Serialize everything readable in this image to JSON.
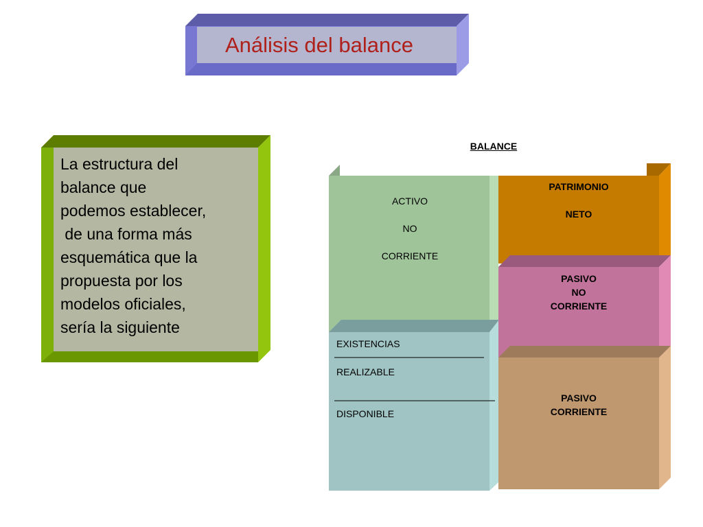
{
  "title": "Análisis del balance",
  "intro": "La estructura del\nbalance que\npodemos establecer,\n de una forma más\nesquemática que la\npropuesta por los\nmodelos oficiales,\nsería la siguiente",
  "diagram": {
    "label": "BALANCE",
    "activo_no_corriente": [
      "ACTIVO",
      "NO",
      "CORRIENTE"
    ],
    "activo_corriente": [
      "EXISTENCIAS",
      "REALIZABLE",
      "DISPONIBLE"
    ],
    "patrimonio_neto": [
      "PATRIMONIO",
      "NETO"
    ],
    "pasivo_no_corriente": [
      "PASIVO",
      "NO",
      "CORRIENTE"
    ],
    "pasivo_corriente": [
      "PASIVO",
      "CORRIENTE"
    ]
  },
  "colors": {
    "title_box": "#b4b6d0",
    "title_frame": "#7a7ad8",
    "title_text": "#b0201a",
    "intro_box": "#b4b8a3",
    "intro_frame": "#7fb20a",
    "activo_no_corriente": "#9fc49a",
    "activo_corriente": "#a0c4c4",
    "patrimonio_neto": "#c57a00",
    "pasivo_no_corriente": "#c2739b",
    "pasivo_corriente": "#c09870"
  }
}
